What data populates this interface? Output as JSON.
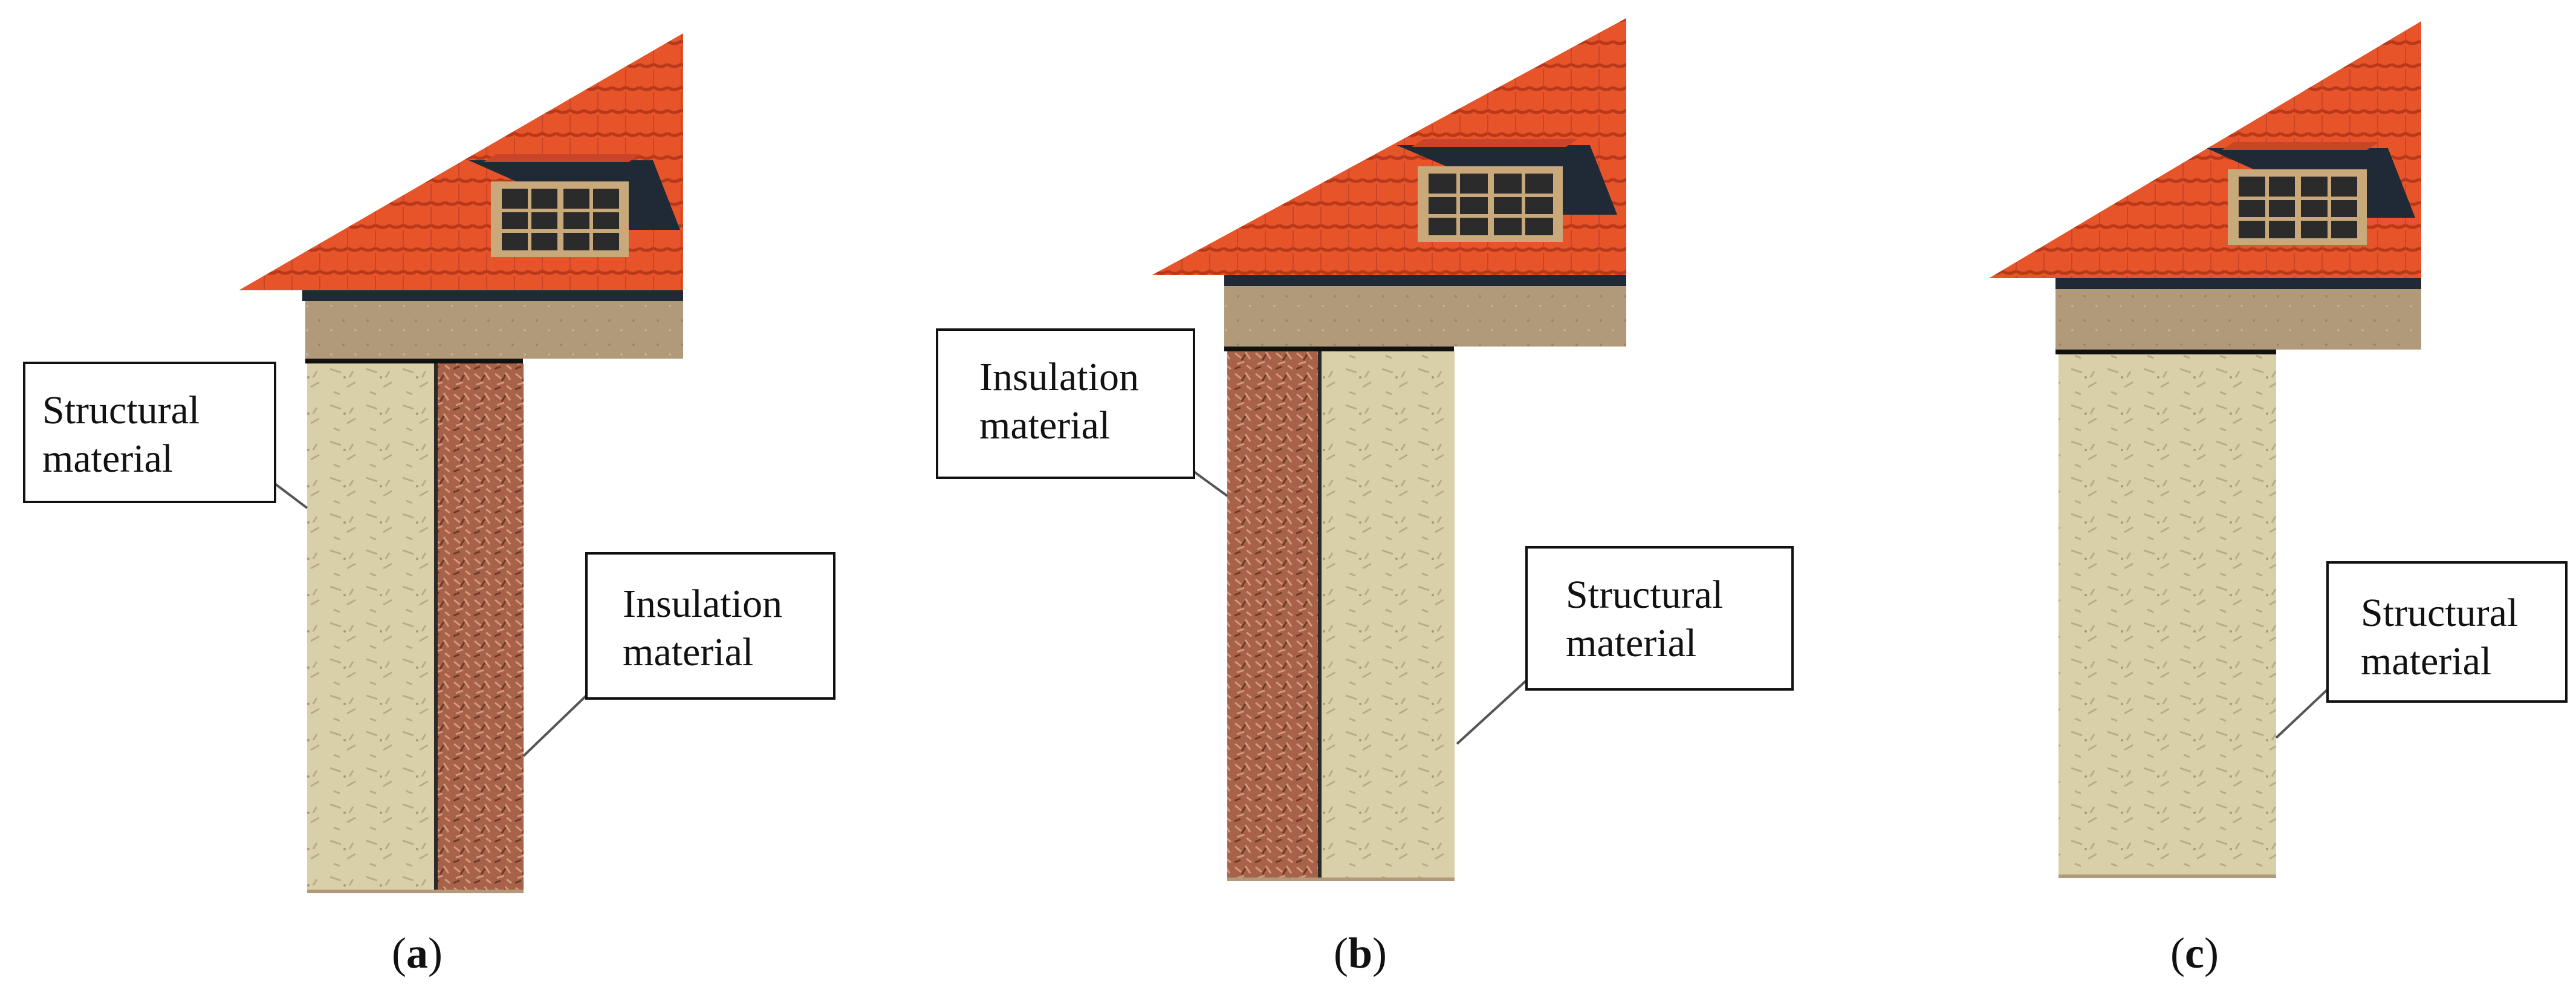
{
  "panels": [
    {
      "caption_open": "(",
      "caption_letter": "a",
      "caption_close": ")",
      "callouts": [
        {
          "line1": "Structural",
          "line2": "material"
        },
        {
          "line1": "Insulation",
          "line2": "material"
        }
      ]
    },
    {
      "caption_open": "(",
      "caption_letter": "b",
      "caption_close": ")",
      "callouts": [
        {
          "line1": "Insulation",
          "line2": "material"
        },
        {
          "line1": "Structural",
          "line2": "material"
        }
      ]
    },
    {
      "caption_open": "(",
      "caption_letter": "c",
      "caption_close": ")",
      "callouts": [
        {
          "line1": "Structural",
          "line2": "material"
        }
      ]
    }
  ],
  "colors": {
    "roof": "#e8542a",
    "roof_dark": "#b8391a",
    "eave_wall": "#b09a7a",
    "structural": "#d9cfa8",
    "insulation": "#a8624a",
    "window_frame": "#c9a87a",
    "window_glass": "#2b2b2b",
    "dormer_shadow": "#1f2a36"
  }
}
